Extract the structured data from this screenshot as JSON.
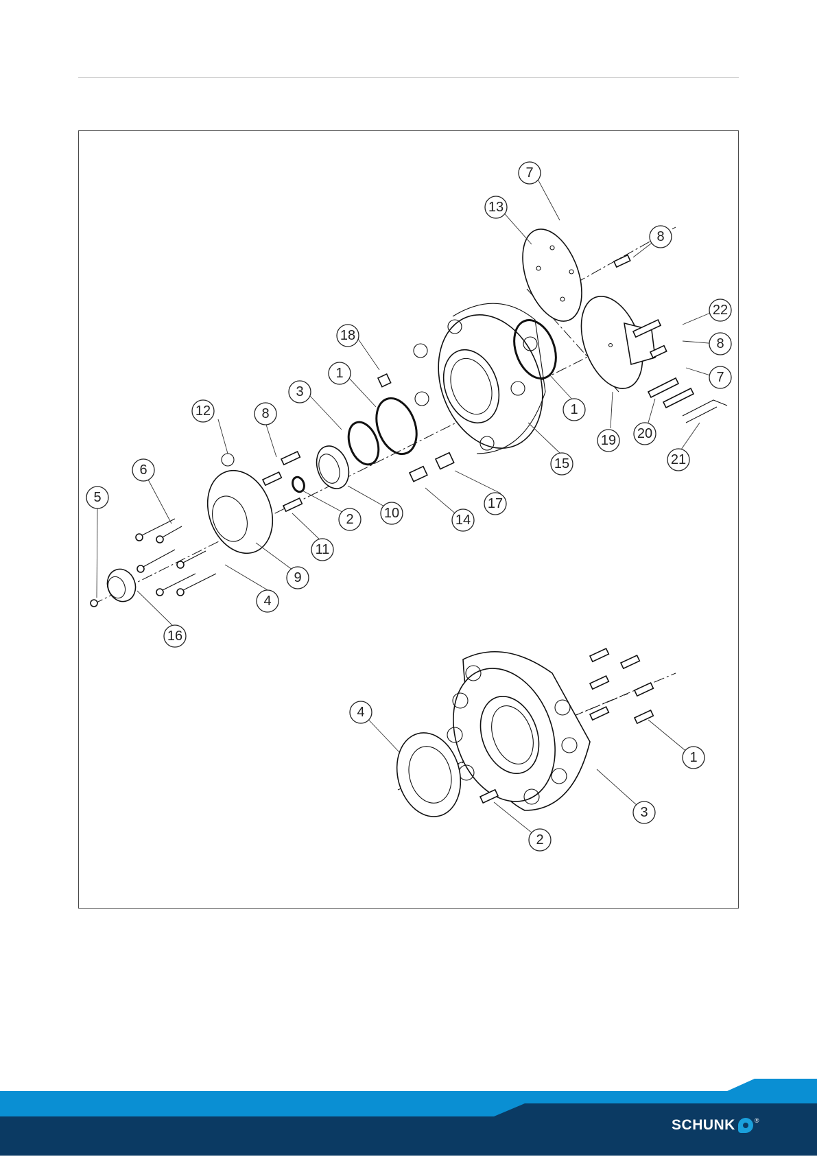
{
  "figure": {
    "upper_assembly_callouts": [
      "7",
      "13",
      "8",
      "22",
      "8",
      "7",
      "18",
      "1",
      "1",
      "3",
      "12",
      "8",
      "6",
      "19",
      "20",
      "21",
      "15",
      "17",
      "2",
      "10",
      "14",
      "11",
      "5",
      "9",
      "4",
      "16"
    ],
    "lower_assembly_callouts": [
      "4",
      "1",
      "3",
      "2"
    ]
  },
  "footer": {
    "brand": "SCHUNK",
    "registered_mark": "®",
    "colors": {
      "light_blue": "#0a8fd3",
      "dark_blue": "#0b3a63"
    }
  }
}
